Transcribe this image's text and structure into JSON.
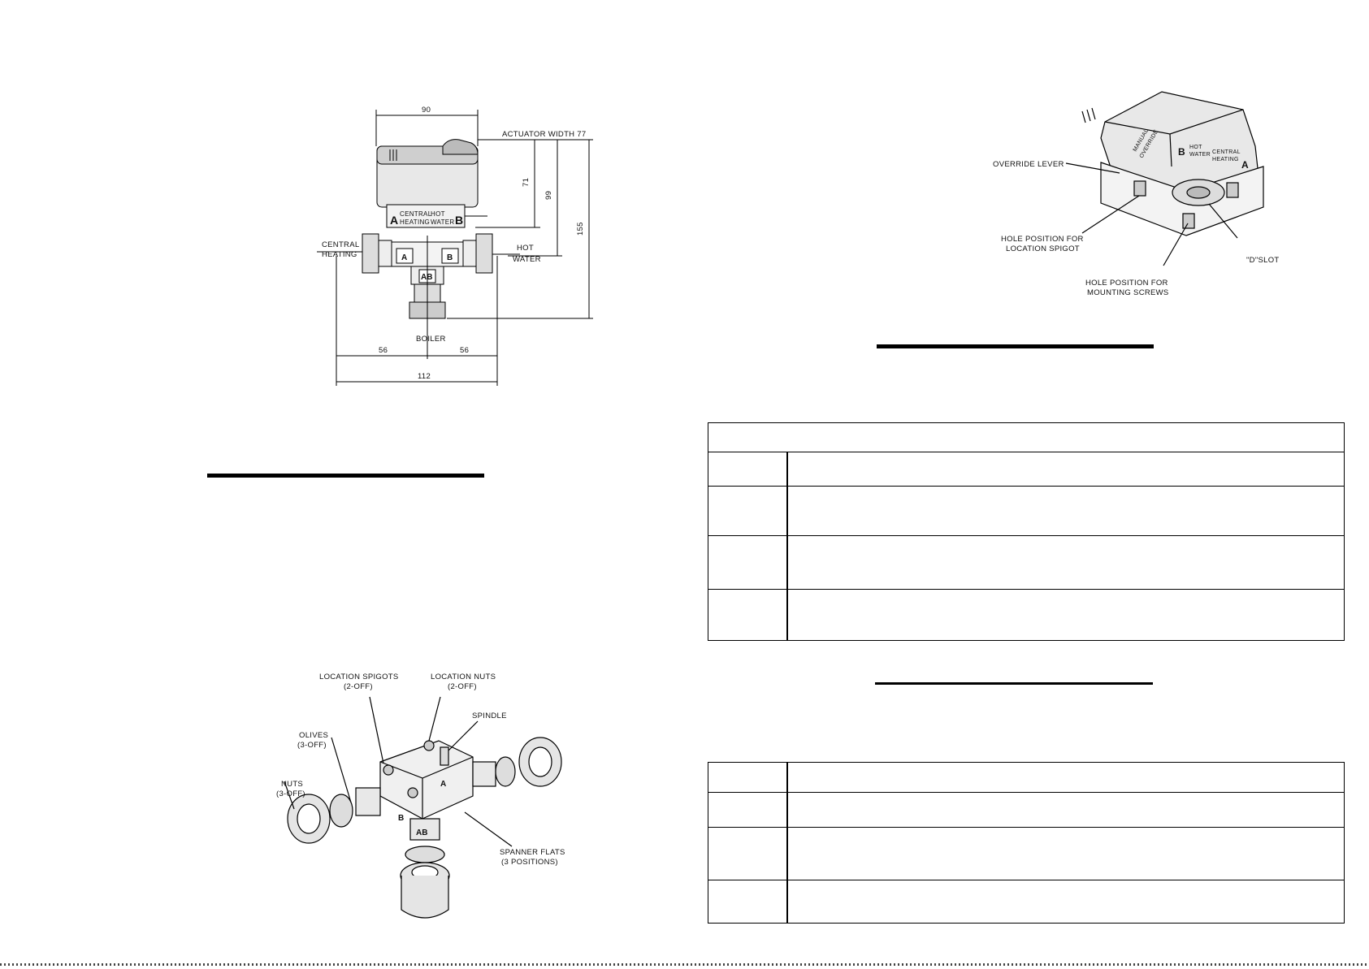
{
  "drawing_dims": {
    "top_width": "90",
    "actuator_width": "ACTUATOR WIDTH 77",
    "height_71": "71",
    "height_99": "99",
    "height_155": "155",
    "half_left": "56",
    "half_right": "56",
    "total_width": "112",
    "port_central_heating_1": "CENTRAL",
    "port_central_heating_2": "HEATING",
    "port_hot_water_1": "HOT",
    "port_hot_water_2": "WATER",
    "port_boiler": "BOILER",
    "actuator_label_a": "A",
    "actuator_label_b": "B",
    "actuator_text_ch_1": "CENTRAL",
    "actuator_text_ch_2": "HEATING",
    "actuator_text_hw_1": "HOT",
    "actuator_text_hw_2": "WATER",
    "body_port_a": "A",
    "body_port_b": "B",
    "body_port_ab": "AB"
  },
  "exploded_labels": {
    "location_spigots_1": "LOCATION SPIGOTS",
    "location_spigots_2": "(2-OFF)",
    "location_nuts_1": "LOCATION NUTS",
    "location_nuts_2": "(2-OFF)",
    "spindle": "SPINDLE",
    "olives_1": "OLIVES",
    "olives_2": "(3-OFF)",
    "nuts_1": "NUTS",
    "nuts_2": "(3-OFF)",
    "spanner_flats_1": "SPANNER FLATS",
    "spanner_flats_2": "(3 POSITIONS)",
    "body_a": "A",
    "body_b": "B",
    "body_ab": "AB"
  },
  "actuator_labels": {
    "override_lever": "OVERRIDE LEVER",
    "hole_spigot_1": "HOLE POSITION FOR",
    "hole_spigot_2": "LOCATION SPIGOT",
    "d_slot": "\"D\"SLOT",
    "hole_screws_1": "HOLE POSITION FOR",
    "hole_screws_2": "MOUNTING SCREWS",
    "manual_override_1": "MANUAL",
    "manual_override_2": "OVERRIDE",
    "label_b": "B",
    "label_a": "A",
    "hot_water_1": "HOT",
    "hot_water_2": "WATER",
    "central_heating_1": "CENTRAL",
    "central_heating_2": "HEATING"
  }
}
